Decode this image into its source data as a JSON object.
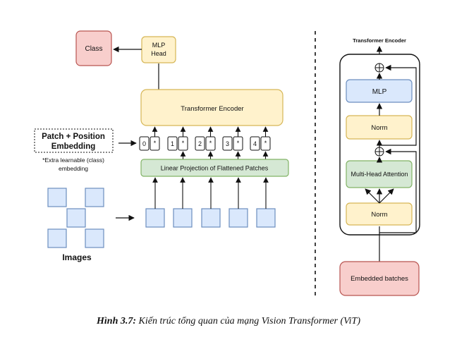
{
  "colors": {
    "red_fill": "#f8cecc",
    "red_stroke": "#b85450",
    "orange_fill": "#fff2cc",
    "orange_stroke": "#d6b656",
    "green_fill": "#d5e8d4",
    "green_stroke": "#82b366",
    "blue_fill": "#dae8fc",
    "blue_stroke": "#6c8ebf"
  },
  "left": {
    "class_label": "Class",
    "mlp_head_line1": "MLP",
    "mlp_head_line2": "Head",
    "encoder_label": "Transformer Encoder",
    "embedding_line1": "Patch + Position",
    "embedding_line2": "Embedding",
    "extra_note_line1": "*Extra learnable (class)",
    "extra_note_line2": "embedding",
    "projection_label": "Linear Projection of Flattened Patches",
    "images_label": "Images",
    "tokens": [
      {
        "index": "0",
        "mark": "*"
      },
      {
        "index": "1",
        "mark": "*"
      },
      {
        "index": "2",
        "mark": "*"
      },
      {
        "index": "3",
        "mark": "*"
      },
      {
        "index": "4",
        "mark": "*"
      }
    ]
  },
  "right": {
    "title": "Transformer Encoder",
    "mlp_label": "MLP",
    "norm_top_label": "Norm",
    "attention_label": "Multi-Head Attention",
    "norm_bottom_label": "Norm",
    "embedded_label": "Embedded batches"
  },
  "caption": {
    "prefix": "Hình 3.7:",
    "text": " Kiến trúc tổng quan của mạng Vision Transformer (ViT)"
  }
}
